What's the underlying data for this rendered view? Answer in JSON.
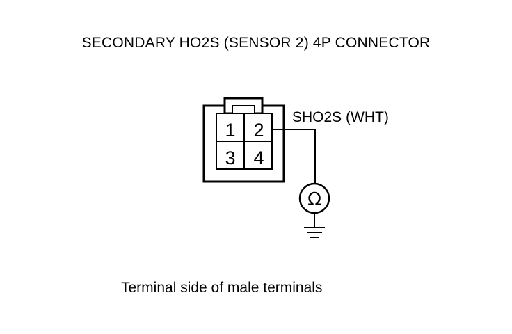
{
  "title": "SECONDARY HO2S (SENSOR 2) 4P CONNECTOR",
  "wire_label": "SHO2S (WHT)",
  "caption": "Terminal side of male terminals",
  "connector": {
    "pins": [
      "1",
      "2",
      "3",
      "4"
    ],
    "probe_pin": "2"
  },
  "meter": {
    "symbol": "Ω",
    "icon": "ohmmeter-icon"
  },
  "ground": {
    "icon": "ground-icon"
  }
}
